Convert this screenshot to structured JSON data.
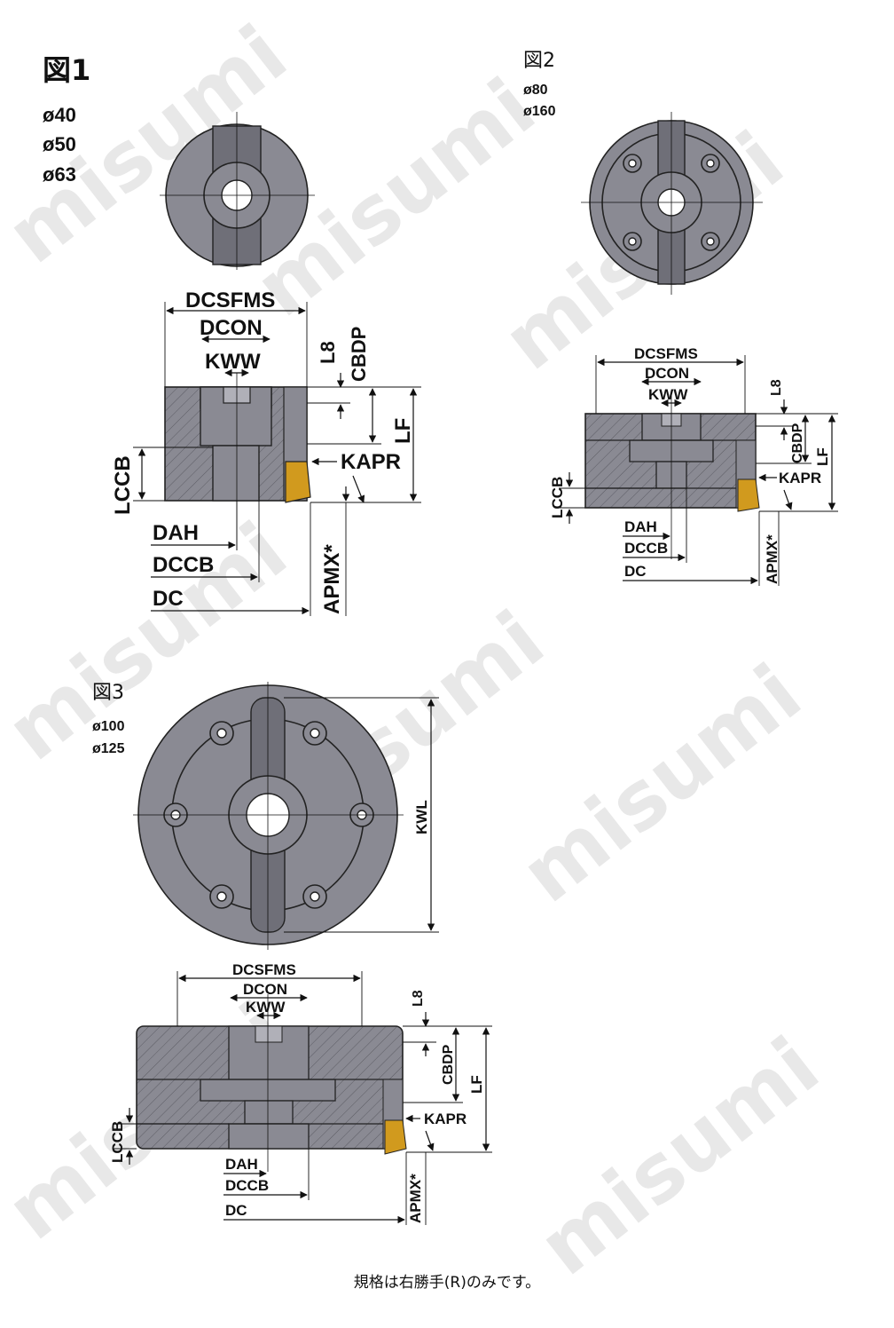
{
  "watermark": "misumi",
  "figure1": {
    "title": "図1",
    "sizes": [
      "ø40",
      "ø50",
      "ø63"
    ],
    "dims": {
      "dcsfms": "DCSFMS",
      "dcon": "DCON",
      "kww": "KWW",
      "l8": "L8",
      "cbdp": "CBDP",
      "lf": "LF",
      "kapr": "KAPR",
      "lccb": "LCCB",
      "dah": "DAH",
      "dccb": "DCCB",
      "dc": "DC",
      "apmx": "APMX*"
    }
  },
  "figure2": {
    "title": "図2",
    "sizes": [
      "ø80",
      "ø160"
    ],
    "dims": {
      "dcsfms": "DCSFMS",
      "dcon": "DCON",
      "kww": "KWW",
      "l8": "L8",
      "cbdp": "CBDP",
      "lf": "LF",
      "kapr": "KAPR",
      "lccb": "LCCB",
      "dah": "DAH",
      "dccb": "DCCB",
      "dc": "DC",
      "apmx": "APMX*"
    }
  },
  "figure3": {
    "title": "図3",
    "sizes": [
      "ø100",
      "ø125"
    ],
    "dims": {
      "kwl": "KWL",
      "dcsfms": "DCSFMS",
      "dcon": "DCON",
      "kww": "KWW",
      "l8": "L8",
      "cbdp": "CBDP",
      "lf": "LF",
      "kapr": "KAPR",
      "lccb": "LCCB",
      "dah": "DAH",
      "dccb": "DCCB",
      "dc": "DC",
      "apmx": "APMX*"
    }
  },
  "footnote": "規格は右勝手(R)のみです。",
  "colors": {
    "body": "#8a8a93",
    "insert": "#d19a1e",
    "watermark": "#e8e8e8"
  }
}
